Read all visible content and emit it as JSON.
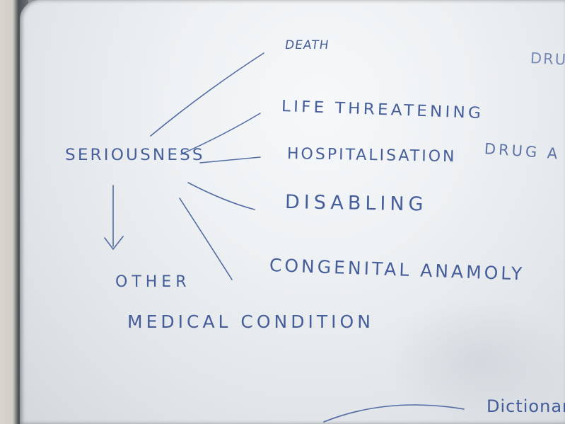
{
  "whiteboard": {
    "center_node": "SERIOUSNESS",
    "branches": [
      "DEATH",
      "LIFE THREATENING",
      "HOSPITALISATION",
      "DISABLING",
      "CONGENITAL ANAMOLY"
    ],
    "arrow_target_line1": "OTHER",
    "arrow_target_line2": "MEDICAL CONDITION",
    "margin_notes": {
      "top_right": "DRUG",
      "middle_right": "DRUG A",
      "bottom_right": "Dictionary"
    }
  },
  "colors": {
    "marker_ink": "#2f4a8e",
    "board": "#eef1f3",
    "frame": "#4c5054"
  }
}
